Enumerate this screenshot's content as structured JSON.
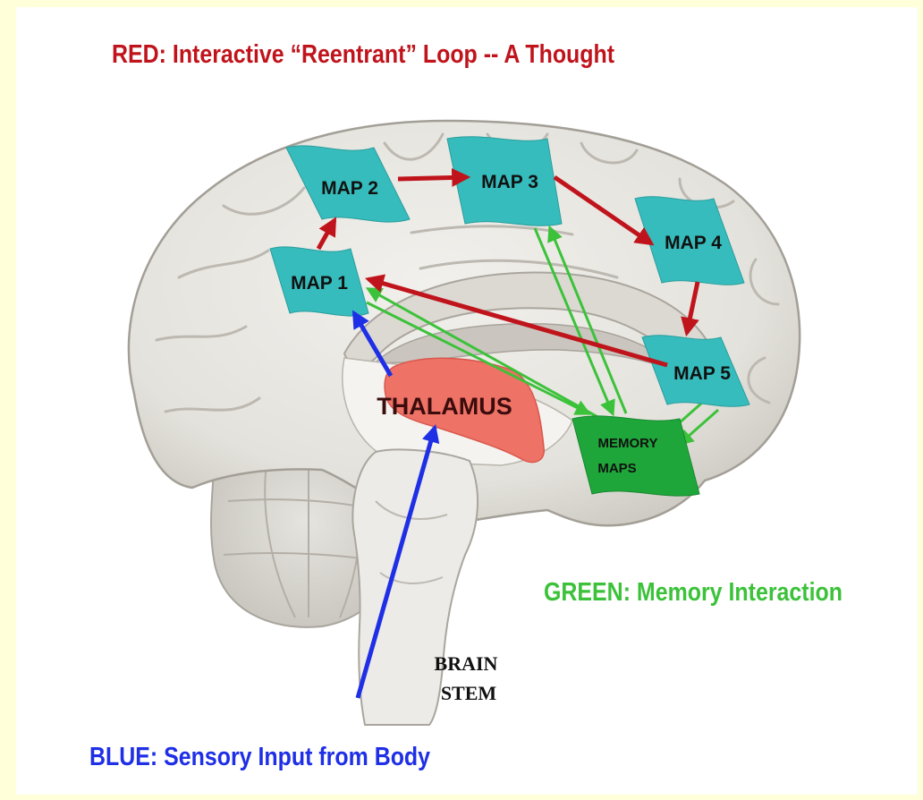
{
  "colors": {
    "background": "#ffffd9",
    "panel": "#ffffff",
    "reentrant": "#c0141c",
    "memory": "#3cc23a",
    "sensory": "#1f2fe6",
    "map_fill": "#36bcbc",
    "memory_fill": "#1fa63a",
    "thalamus_fill": "#ee7266",
    "brain_fill": "#e8e6e1"
  },
  "captions": {
    "red": "RED: Interactive “Reentrant” Loop -- A Thought",
    "green": "GREEN: Memory Interaction",
    "blue": "BLUE: Sensory Input from Body"
  },
  "maps": [
    {
      "id": "map1",
      "label": "MAP 1"
    },
    {
      "id": "map2",
      "label": "MAP 2"
    },
    {
      "id": "map3",
      "label": "MAP 3"
    },
    {
      "id": "map4",
      "label": "MAP 4"
    },
    {
      "id": "map5",
      "label": "MAP 5"
    }
  ],
  "memory_maps": {
    "line1": "MEMORY",
    "line2": "MAPS"
  },
  "thalamus": {
    "label": "THALAMUS"
  },
  "brain_stem": {
    "line1": "BRAIN",
    "line2": "STEM"
  },
  "icons": {
    "brain": "brain-sagittal-icon",
    "arrow": "arrow-icon"
  }
}
